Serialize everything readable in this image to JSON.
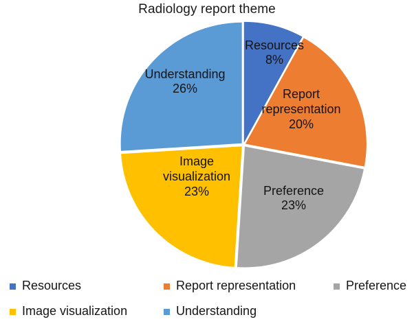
{
  "chart_data": {
    "type": "pie",
    "title": "Radiology report theme",
    "xlabel": "",
    "ylabel": "",
    "legend_position": "bottom",
    "grid": false,
    "categories": [
      "Resources",
      "Report representation",
      "Preference",
      "Image visualization",
      "Understanding"
    ],
    "values": [
      8,
      20,
      23,
      23,
      26
    ],
    "value_labels": [
      "8%",
      "20%",
      "23%",
      "23%",
      "26%"
    ],
    "colors": [
      "#4472C4",
      "#ED7D31",
      "#A5A5A5",
      "#FFC000",
      "#5B9BD5"
    ],
    "slices": [
      {
        "name": "Resources",
        "value": 8,
        "label": "8%",
        "color": "#4472C4"
      },
      {
        "name": "Report representation",
        "value": 20,
        "label": "20%",
        "color": "#ED7D31"
      },
      {
        "name": "Preference",
        "value": 23,
        "label": "23%",
        "color": "#A5A5A5"
      },
      {
        "name": "Image visualization",
        "value": 23,
        "label": "23%",
        "color": "#FFC000"
      },
      {
        "name": "Understanding",
        "value": 26,
        "label": "26%",
        "color": "#5B9BD5"
      }
    ]
  },
  "title": {
    "text": "Radiology report theme"
  },
  "slice_labels": {
    "resources": {
      "name": "Resources",
      "pct": "8%"
    },
    "report": {
      "name_line1": "Report",
      "name_line2": "representation",
      "pct": "20%"
    },
    "preference": {
      "name": "Preference",
      "pct": "23%"
    },
    "image": {
      "name_line1": "Image",
      "name_line2": "visualization",
      "pct": "23%"
    },
    "understanding": {
      "name": "Understanding",
      "pct": "26%"
    }
  },
  "legend": {
    "items": [
      {
        "label": "Resources",
        "color": "#4472C4"
      },
      {
        "label": "Report representation",
        "color": "#ED7D31"
      },
      {
        "label": "Preference",
        "color": "#A5A5A5"
      },
      {
        "label": "Image visualization",
        "color": "#FFC000"
      },
      {
        "label": "Understanding",
        "color": "#5B9BD5"
      }
    ]
  }
}
